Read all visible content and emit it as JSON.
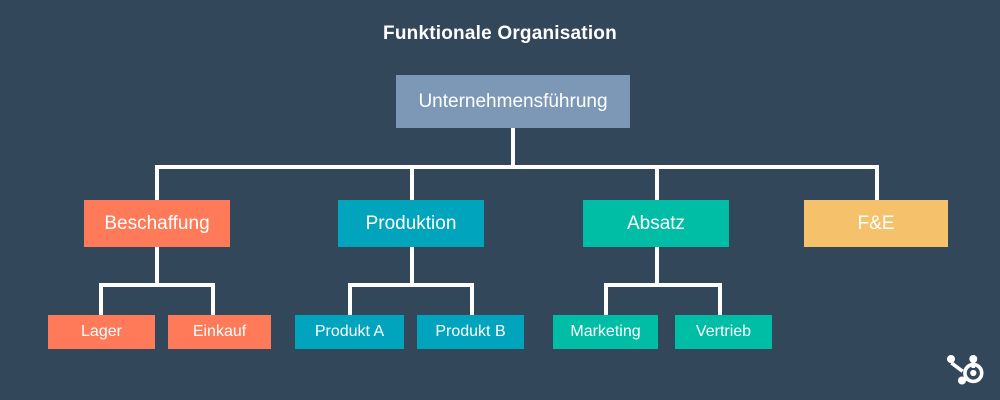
{
  "title": "Funktionale Organisation",
  "colors": {
    "background": "#33475b",
    "connector": "#ffffff",
    "text": "#ffffff",
    "leadership": "#7c98b6",
    "procurement": "#ff7a59",
    "production": "#00a4bd",
    "sales": "#00bda5",
    "research": "#f5c26b"
  },
  "chart_data": {
    "type": "diagram",
    "diagram_type": "organizational-chart",
    "title": "Funktionale Organisation",
    "orientation": "top-down",
    "levels": 3,
    "nodes": [
      {
        "id": "n0",
        "label": "Unternehmensführung",
        "level": 0,
        "color": "#7c98b6",
        "parent": null
      },
      {
        "id": "n1",
        "label": "Beschaffung",
        "level": 1,
        "color": "#ff7a59",
        "parent": "n0"
      },
      {
        "id": "n2",
        "label": "Produktion",
        "level": 1,
        "color": "#00a4bd",
        "parent": "n0"
      },
      {
        "id": "n3",
        "label": "Absatz",
        "level": 1,
        "color": "#00bda5",
        "parent": "n0"
      },
      {
        "id": "n4",
        "label": "F&E",
        "level": 1,
        "color": "#f5c26b",
        "parent": "n0"
      },
      {
        "id": "n5",
        "label": "Lager",
        "level": 2,
        "color": "#ff7a59",
        "parent": "n1"
      },
      {
        "id": "n6",
        "label": "Einkauf",
        "level": 2,
        "color": "#ff7a59",
        "parent": "n1"
      },
      {
        "id": "n7",
        "label": "Produkt A",
        "level": 2,
        "color": "#00a4bd",
        "parent": "n2"
      },
      {
        "id": "n8",
        "label": "Produkt B",
        "level": 2,
        "color": "#00a4bd",
        "parent": "n2"
      },
      {
        "id": "n9",
        "label": "Marketing",
        "level": 2,
        "color": "#00bda5",
        "parent": "n3"
      },
      {
        "id": "n10",
        "label": "Vertrieb",
        "level": 2,
        "color": "#00bda5",
        "parent": "n3"
      }
    ],
    "edges": [
      {
        "from": "n0",
        "to": "n1"
      },
      {
        "from": "n0",
        "to": "n2"
      },
      {
        "from": "n0",
        "to": "n3"
      },
      {
        "from": "n0",
        "to": "n4"
      },
      {
        "from": "n1",
        "to": "n5"
      },
      {
        "from": "n1",
        "to": "n6"
      },
      {
        "from": "n2",
        "to": "n7"
      },
      {
        "from": "n2",
        "to": "n8"
      },
      {
        "from": "n3",
        "to": "n9"
      },
      {
        "from": "n3",
        "to": "n10"
      }
    ]
  },
  "nodes": {
    "leadership": "Unternehmensführung",
    "procurement": "Beschaffung",
    "production": "Produktion",
    "sales": "Absatz",
    "research": "F&E",
    "warehouse": "Lager",
    "purchasing": "Einkauf",
    "product_a": "Produkt A",
    "product_b": "Produkt B",
    "marketing": "Marketing",
    "distribution": "Vertrieb"
  },
  "logo": {
    "name": "hubspot-sprocket-logo"
  }
}
